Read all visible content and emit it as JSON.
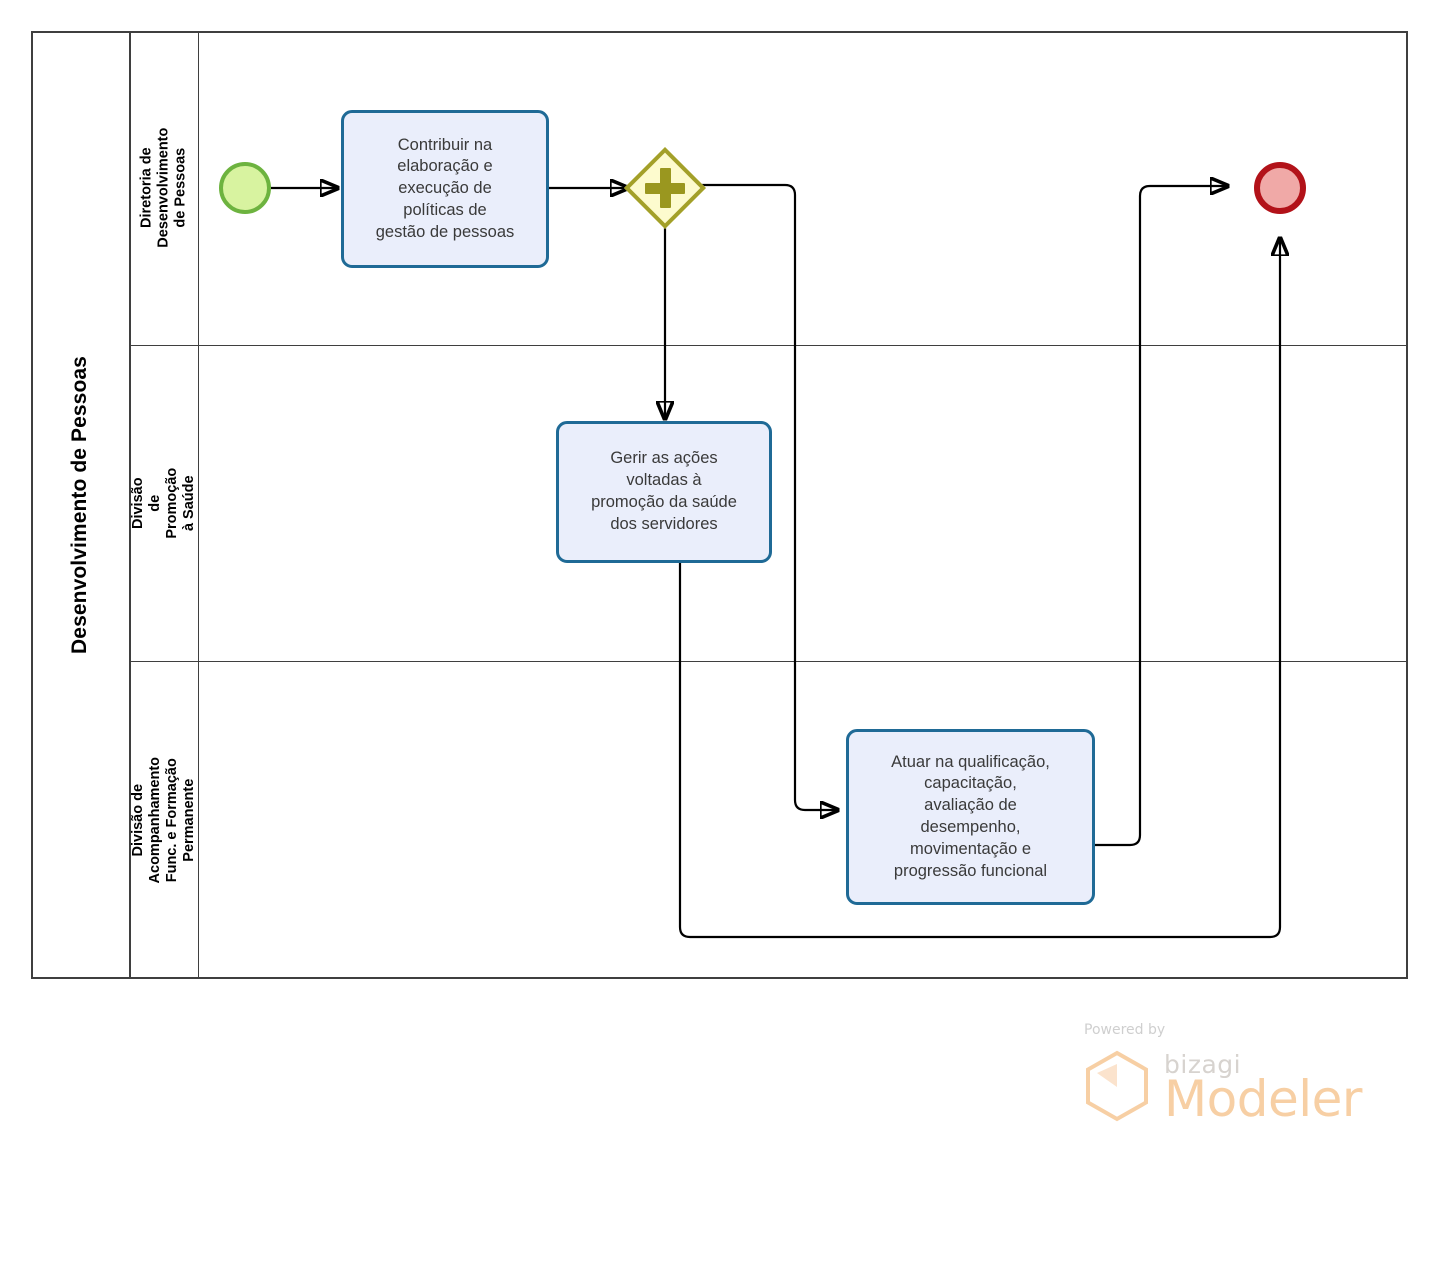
{
  "diagram": {
    "type": "bpmn-process",
    "pool": {
      "name": "Desenvolvimento de Pessoas"
    },
    "lanes": [
      {
        "id": "lane-diretoria",
        "name": "Diretoria de Desenvolvimento\nde Pessoas"
      },
      {
        "id": "lane-promocao-saude",
        "name": "Divisão de Promoção à Saúde"
      },
      {
        "id": "lane-acompanhamento",
        "name": "Divisão de Acompanhamento\nFunc. e Formação Permanente"
      }
    ],
    "events": {
      "start": {
        "name": "start-event",
        "lane": "lane-diretoria"
      },
      "end": {
        "name": "end-event",
        "lane": "lane-diretoria"
      }
    },
    "gateway": {
      "name": "parallel-gateway",
      "symbol": "+",
      "lane": "lane-diretoria"
    },
    "tasks": [
      {
        "id": "task-politicas",
        "label": "Contribuir na\nelaboração e\nexecução de\npolíticas de\ngestão de pessoas",
        "lane": "lane-diretoria"
      },
      {
        "id": "task-saude",
        "label": "Gerir as ações\nvoltadas à\npromoção da saúde\ndos servidores",
        "lane": "lane-promocao-saude"
      },
      {
        "id": "task-qualificacao",
        "label": "Atuar na qualificação,\ncapacitação,\navaliação de\ndesempenho,\nmovimentação e\nprogressão funcional",
        "lane": "lane-acompanhamento"
      }
    ],
    "colors": {
      "task_border": "#1f6a96",
      "task_fill": "#eaeefb",
      "start_border": "#6db33f",
      "start_fill": "#d8f3a0",
      "end_border": "#b21219",
      "end_fill": "#f0a9a7",
      "gateway_border": "#a3a029",
      "gateway_fill": "#fdfbce",
      "frame": "#3f3f3f",
      "connector": "#000000"
    }
  },
  "watermark": {
    "powered_by": "Powered by",
    "brand": "bizagi",
    "product": "Modeler"
  }
}
